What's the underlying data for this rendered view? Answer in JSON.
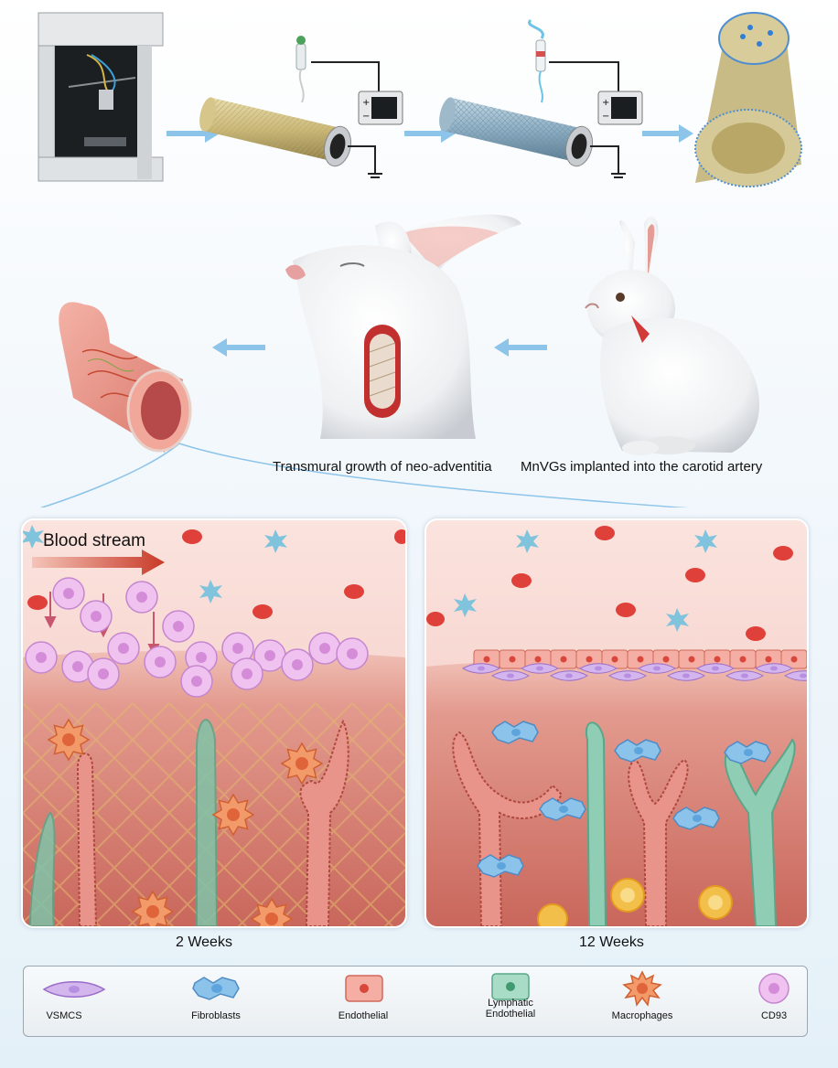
{
  "captions": {
    "implant": "MnVGs  implanted into the carotid artery",
    "growth": "Transmural growth of neo-adventitia"
  },
  "panels": {
    "left": {
      "stream_label": "Blood stream",
      "label": "2 Weeks"
    },
    "right": {
      "label": "12 Weeks"
    }
  },
  "legend": [
    {
      "label": "VSMCS",
      "icon": "vsmc-cell-icon"
    },
    {
      "label": "Fibroblasts",
      "icon": "fibroblast-cell-icon"
    },
    {
      "label": "Endothelial",
      "icon": "endothelial-cell-icon"
    },
    {
      "label": "Lymphatic\nEndothelial",
      "icon": "lymphatic-endothelial-cell-icon"
    },
    {
      "label": "Macrophages",
      "icon": "macrophage-cell-icon"
    },
    {
      "label": "CD93",
      "icon": "cd93-cell-icon"
    }
  ],
  "colors": {
    "arrow": "#8cc4ea",
    "vsmc": "#c8a6e6",
    "fibroblast": "#7fb2e0",
    "endothelial": "#f0a49a",
    "lymphatic": "#9fd6c2",
    "macrophage": "#f08a5a",
    "cd93": "#e4b3ea"
  }
}
